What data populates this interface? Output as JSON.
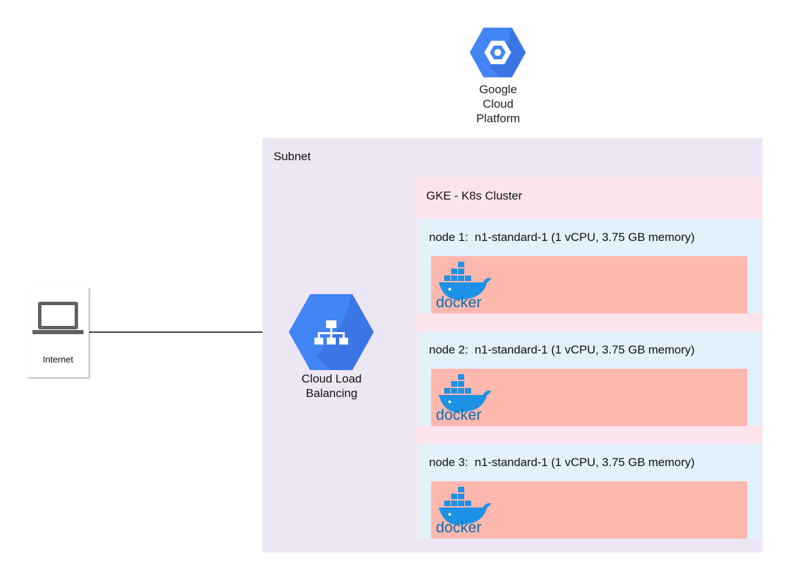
{
  "gcp": {
    "label": "Google\nCloud\nPlatform",
    "icon": "google-cloud-platform-icon",
    "color": "#4285f4"
  },
  "subnet": {
    "label": "Subnet",
    "color": "#ede6f4"
  },
  "cluster": {
    "label": "GKE - K8s Cluster",
    "color": "#fce4ec"
  },
  "nodes": [
    {
      "label": "node 1:  n1-standard-1 (1 vCPU, 3.75 GB memory)",
      "container_logo_text": "docker"
    },
    {
      "label": "node 2:  n1-standard-1 (1 vCPU, 3.75 GB memory)",
      "container_logo_text": "docker"
    },
    {
      "label": "node 3:  n1-standard-1 (1 vCPU, 3.75 GB memory)",
      "container_logo_text": "docker"
    }
  ],
  "internet": {
    "label": "Internet",
    "icon": "laptop-icon"
  },
  "load_balancer": {
    "label": "Cloud Load\nBalancing",
    "icon": "cloud-load-balancing-icon",
    "color": "#4285f4"
  },
  "colors": {
    "node_bg": "#e3f1fb",
    "container_bg": "#ffb8ae",
    "docker_blue": "#1d91e6",
    "docker_text": "#0a6fb3"
  }
}
